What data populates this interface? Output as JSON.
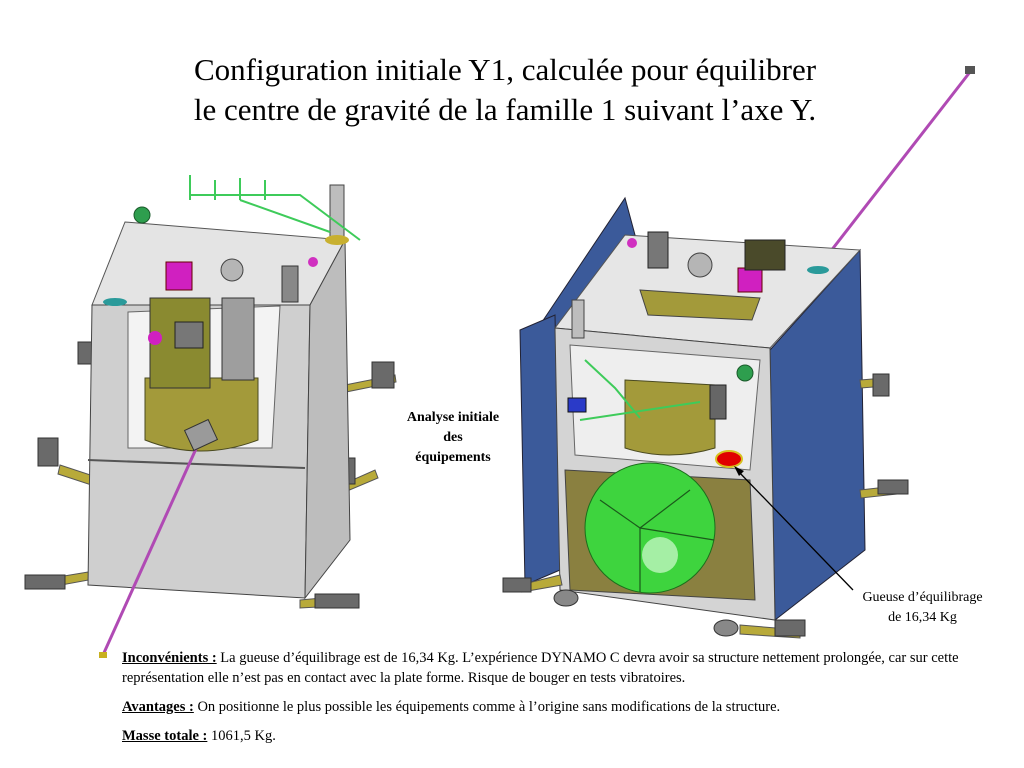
{
  "title": {
    "line1": "Configuration initiale Y1, calculée pour équilibrer",
    "line2": "le centre de gravité de la famille 1 suivant l’axe Y."
  },
  "labels": {
    "analyse": [
      "Analyse initiale",
      "des",
      "équipements"
    ],
    "gueuse": [
      "Gueuse d’équilibrage",
      "de 16,34 Kg"
    ]
  },
  "notes": {
    "inconvenients_label": "Inconvénients :",
    "inconvenients_text": " La gueuse d’équilibrage est de 16,34 Kg. L’expérience  DYNAMO C devra avoir sa structure nettement prolongée, car sur cette représentation elle n’est pas en contact avec la plate forme. Risque de bouger en tests vibratoires.",
    "avantages_label": "Avantages :",
    "avantages_text": " On positionne le plus possible les équipements comme à l’origine sans modifications de la structure.",
    "masse_label": "Masse totale :",
    "masse_text": " 1061,5 Kg."
  },
  "colors": {
    "structure": "#d9d9d9",
    "panel_blue": "#3b5a9a",
    "olive": "#a39a3a",
    "boom": "#b04ab4",
    "green_sphere": "#3ed43e",
    "magenta_box": "#d020c0",
    "ballast": "#e00000"
  }
}
